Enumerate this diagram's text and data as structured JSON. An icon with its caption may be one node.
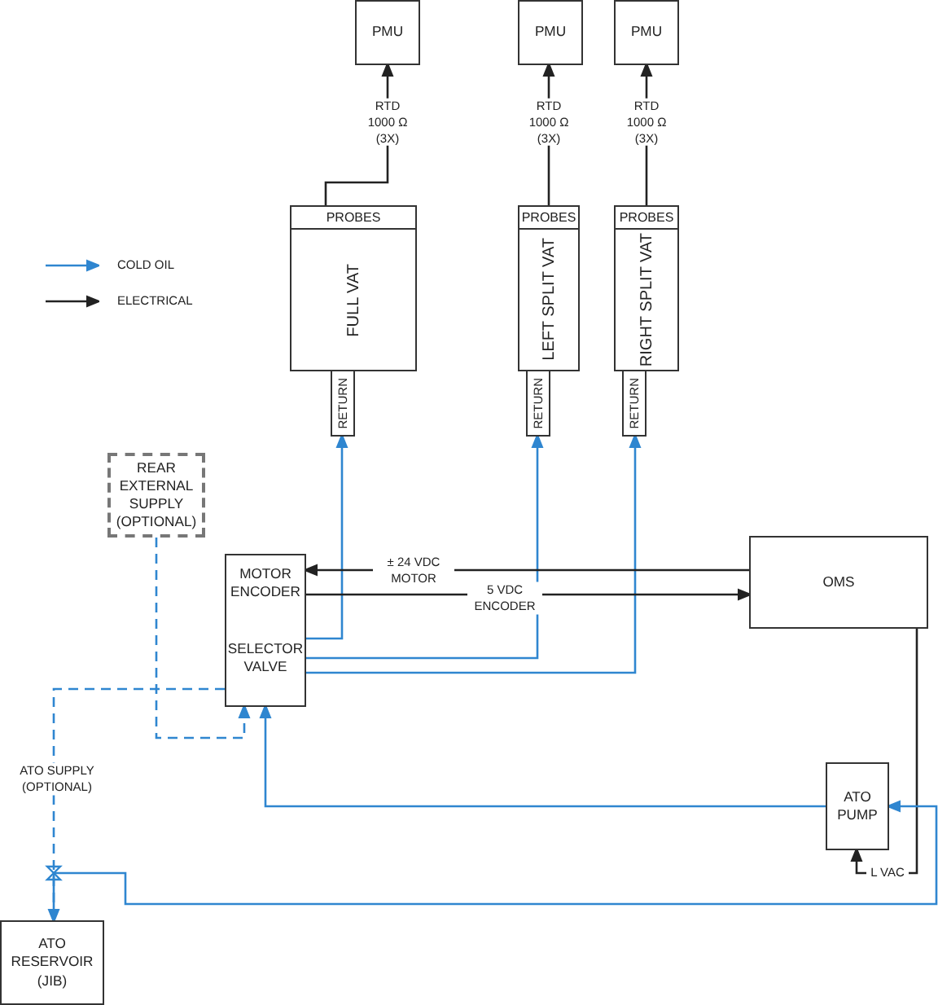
{
  "diagram": {
    "nodes": [
      {
        "text": [
          "PMU"
        ]
      },
      {
        "text": [
          "PMU"
        ]
      },
      {
        "text": [
          "PMU"
        ]
      },
      {
        "text": [
          "PROBES",
          "FULL VAT"
        ]
      },
      {
        "text": [
          "RETURN"
        ]
      },
      {
        "text": [
          "PROBES",
          "LEFT SPLIT VAT"
        ]
      },
      {
        "text": [
          "RETURN"
        ]
      },
      {
        "text": [
          "PROBES",
          "RIGHT SPLIT VAT"
        ]
      },
      {
        "text": [
          "RETURN"
        ]
      },
      {
        "text": [
          "REAR EXTERNAL SUPPLY (OPTIONAL)"
        ]
      },
      {
        "text": [
          "MOTOR ENCODER"
        ]
      },
      {
        "text": [
          "SELECTOR VALVE"
        ]
      },
      {
        "text": [
          "OMS"
        ]
      },
      {
        "text": [
          "ATO PUMP"
        ]
      },
      {
        "text": [
          "ATO RESERVOIR (JIB)"
        ]
      }
    ],
    "edges": [
      {
        "from": 3,
        "to": 0,
        "arrow": "to",
        "label": "RTD 1000 Ω (3X)",
        "color": "#222222"
      },
      {
        "from": 5,
        "to": 1,
        "arrow": "to",
        "label": "RTD 1000 Ω (3X)",
        "color": "#222222"
      },
      {
        "from": 7,
        "to": 2,
        "arrow": "to",
        "label": "RTD 1000 Ω (3X)",
        "color": "#222222"
      },
      {
        "from": 11,
        "to": 4,
        "arrow": "to"
      },
      {
        "from": 11,
        "to": 6,
        "arrow": "to"
      },
      {
        "from": 11,
        "to": 8,
        "arrow": "to"
      },
      {
        "from": 12,
        "to": 10,
        "arrow": "to",
        "label": "± 24 VDC MOTOR",
        "color": "#222222"
      },
      {
        "from": 10,
        "to": 12,
        "arrow": "to",
        "label": "5 VDC ENCODER",
        "color": "#222222"
      },
      {
        "from": 12,
        "to": 13,
        "arrow": "to",
        "label": "L VAC",
        "color": "#222222"
      },
      {
        "from": 13,
        "to": 11,
        "arrow": "to"
      },
      {
        "from": 14,
        "to": 13,
        "arrow": "to"
      },
      {
        "from": 11,
        "to": 14,
        "arrow": "to",
        "label": "ATO SUPPLY (OPTIONAL)",
        "style": "dashed"
      },
      {
        "from": 9,
        "to": 11,
        "arrow": "to",
        "style": "dashed"
      }
    ],
    "legend": [
      {
        "text": "COLD OIL"
      },
      {
        "text": "ELECTRICAL"
      }
    ]
  }
}
